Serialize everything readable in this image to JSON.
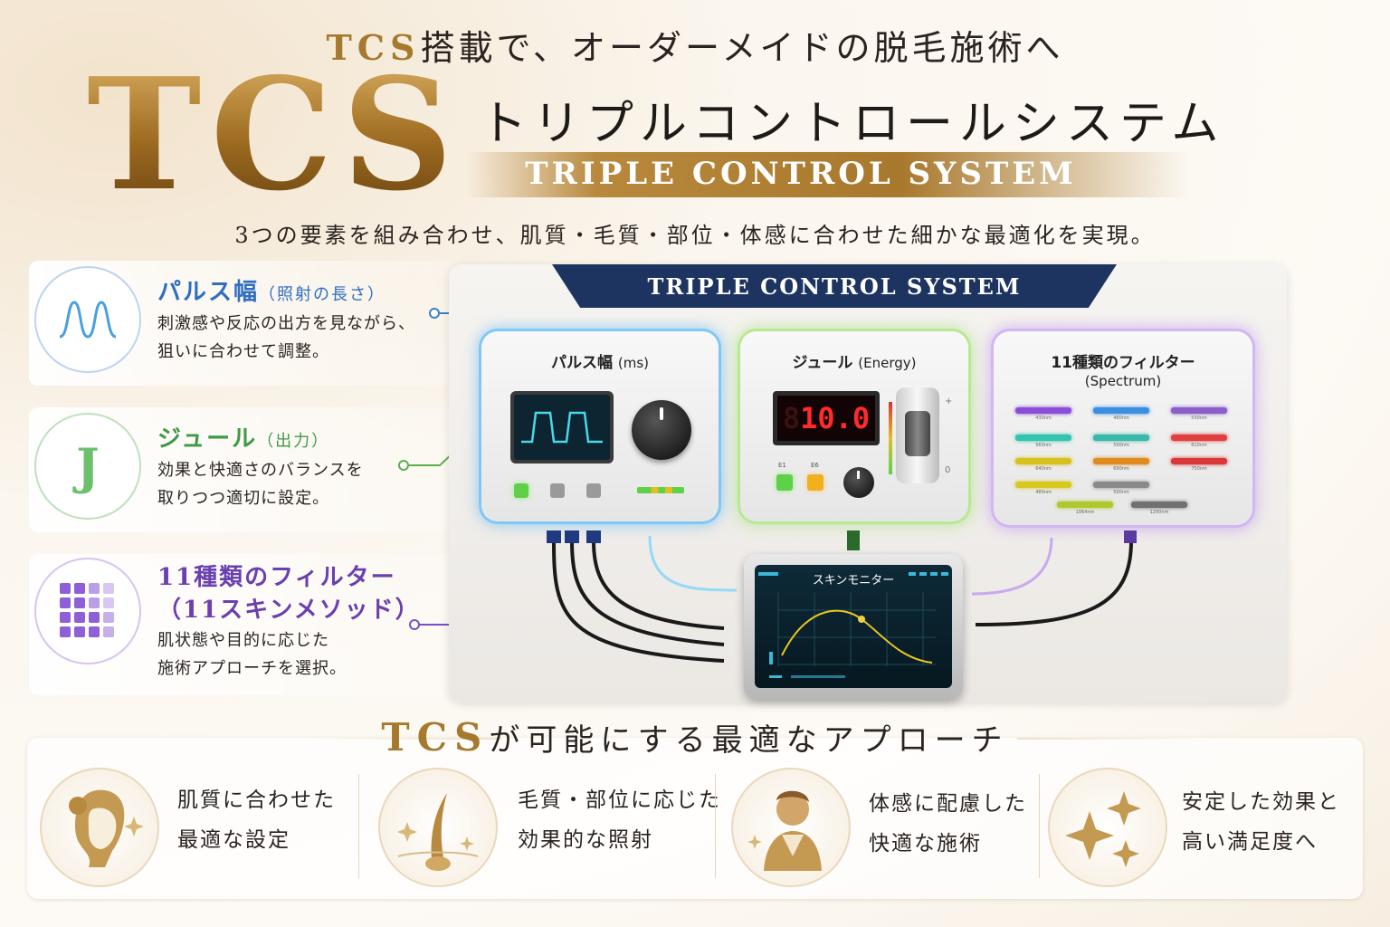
{
  "header": {
    "top_prefix": "TCS",
    "top_suffix": "搭載で、オーダーメイドの脱毛施術へ",
    "big_logo": "TCS",
    "jp_title": "トリプルコントロールシステム",
    "en_title": "TRIPLE CONTROL SYSTEM",
    "tagline": "3つの要素を組み合わせ、肌質・毛質・部位・体感に合わせた細かな最適化を実現。"
  },
  "features": [
    {
      "icon": "pulse-wave-icon",
      "title": "パルス幅",
      "title_small": "（照射の長さ）",
      "desc1": "刺激感や反応の出方を見ながら、",
      "desc2": "狙いに合わせて調整。",
      "color": "#2f6fc0"
    },
    {
      "icon_letter": "J",
      "title": "ジュール",
      "title_small": "（出力）",
      "desc1": "効果と快適さのバランスを",
      "desc2": "取りつつ適切に設定。",
      "color": "#3f9a45"
    },
    {
      "icon": "filter-grid-icon",
      "title": "11種類のフィルター",
      "title2": "（11スキンメソッド）",
      "desc1": "肌状態や目的に応じた",
      "desc2": "施術アプローチを選択。",
      "color": "#6a3fb0"
    }
  ],
  "panel": {
    "banner": "TRIPLE CONTROL SYSTEM",
    "pulse": {
      "label": "パルス幅",
      "unit": "(ms)"
    },
    "joule": {
      "label": "ジュール",
      "unit": "(Energy)",
      "readout_dim": "8",
      "readout": "10.0",
      "btn1": "E1",
      "btn2": "E6",
      "slider_plus": "+",
      "slider_zero": "0"
    },
    "filter": {
      "label": "11種類のフィルター",
      "sub": "(Spectrum)",
      "bars": [
        {
          "label": "430nm",
          "color": "#8a4fd6"
        },
        {
          "label": "480nm",
          "color": "#3a8fe0"
        },
        {
          "label": "530nm",
          "color": "#8a5fc8"
        },
        {
          "label": "560nm",
          "color": "#33c4b0"
        },
        {
          "label": "590nm",
          "color": "#3ab8a8"
        },
        {
          "label": "610nm",
          "color": "#e04040"
        },
        {
          "label": "640nm",
          "color": "#d8c020"
        },
        {
          "label": "690nm",
          "color": "#e08a20"
        },
        {
          "label": "750nm",
          "color": "#d83838"
        },
        {
          "label": "480nm",
          "color": "#d8c820"
        },
        {
          "label": "590nm",
          "color": "#8a8a8a"
        },
        {
          "label": "1064nm",
          "color": "#b0c830"
        },
        {
          "label": "1200nm",
          "color": "#707070"
        }
      ]
    },
    "monitor": {
      "label": "スキンモニター"
    }
  },
  "bottom": {
    "title_prefix": "TCS",
    "title_suffix": "が可能にする最適なアプローチ",
    "items": [
      {
        "icon": "woman-face-icon",
        "line1": "肌質に合わせた",
        "line2": "最適な設定"
      },
      {
        "icon": "hair-follicle-icon",
        "line1": "毛質・部位に応じた",
        "line2": "効果的な照射"
      },
      {
        "icon": "person-relaxed-icon",
        "line1": "体感に配慮した",
        "line2": "快適な施術"
      },
      {
        "icon": "sparkle-icon",
        "line1": "安定した効果と",
        "line2": "高い満足度へ"
      }
    ]
  }
}
